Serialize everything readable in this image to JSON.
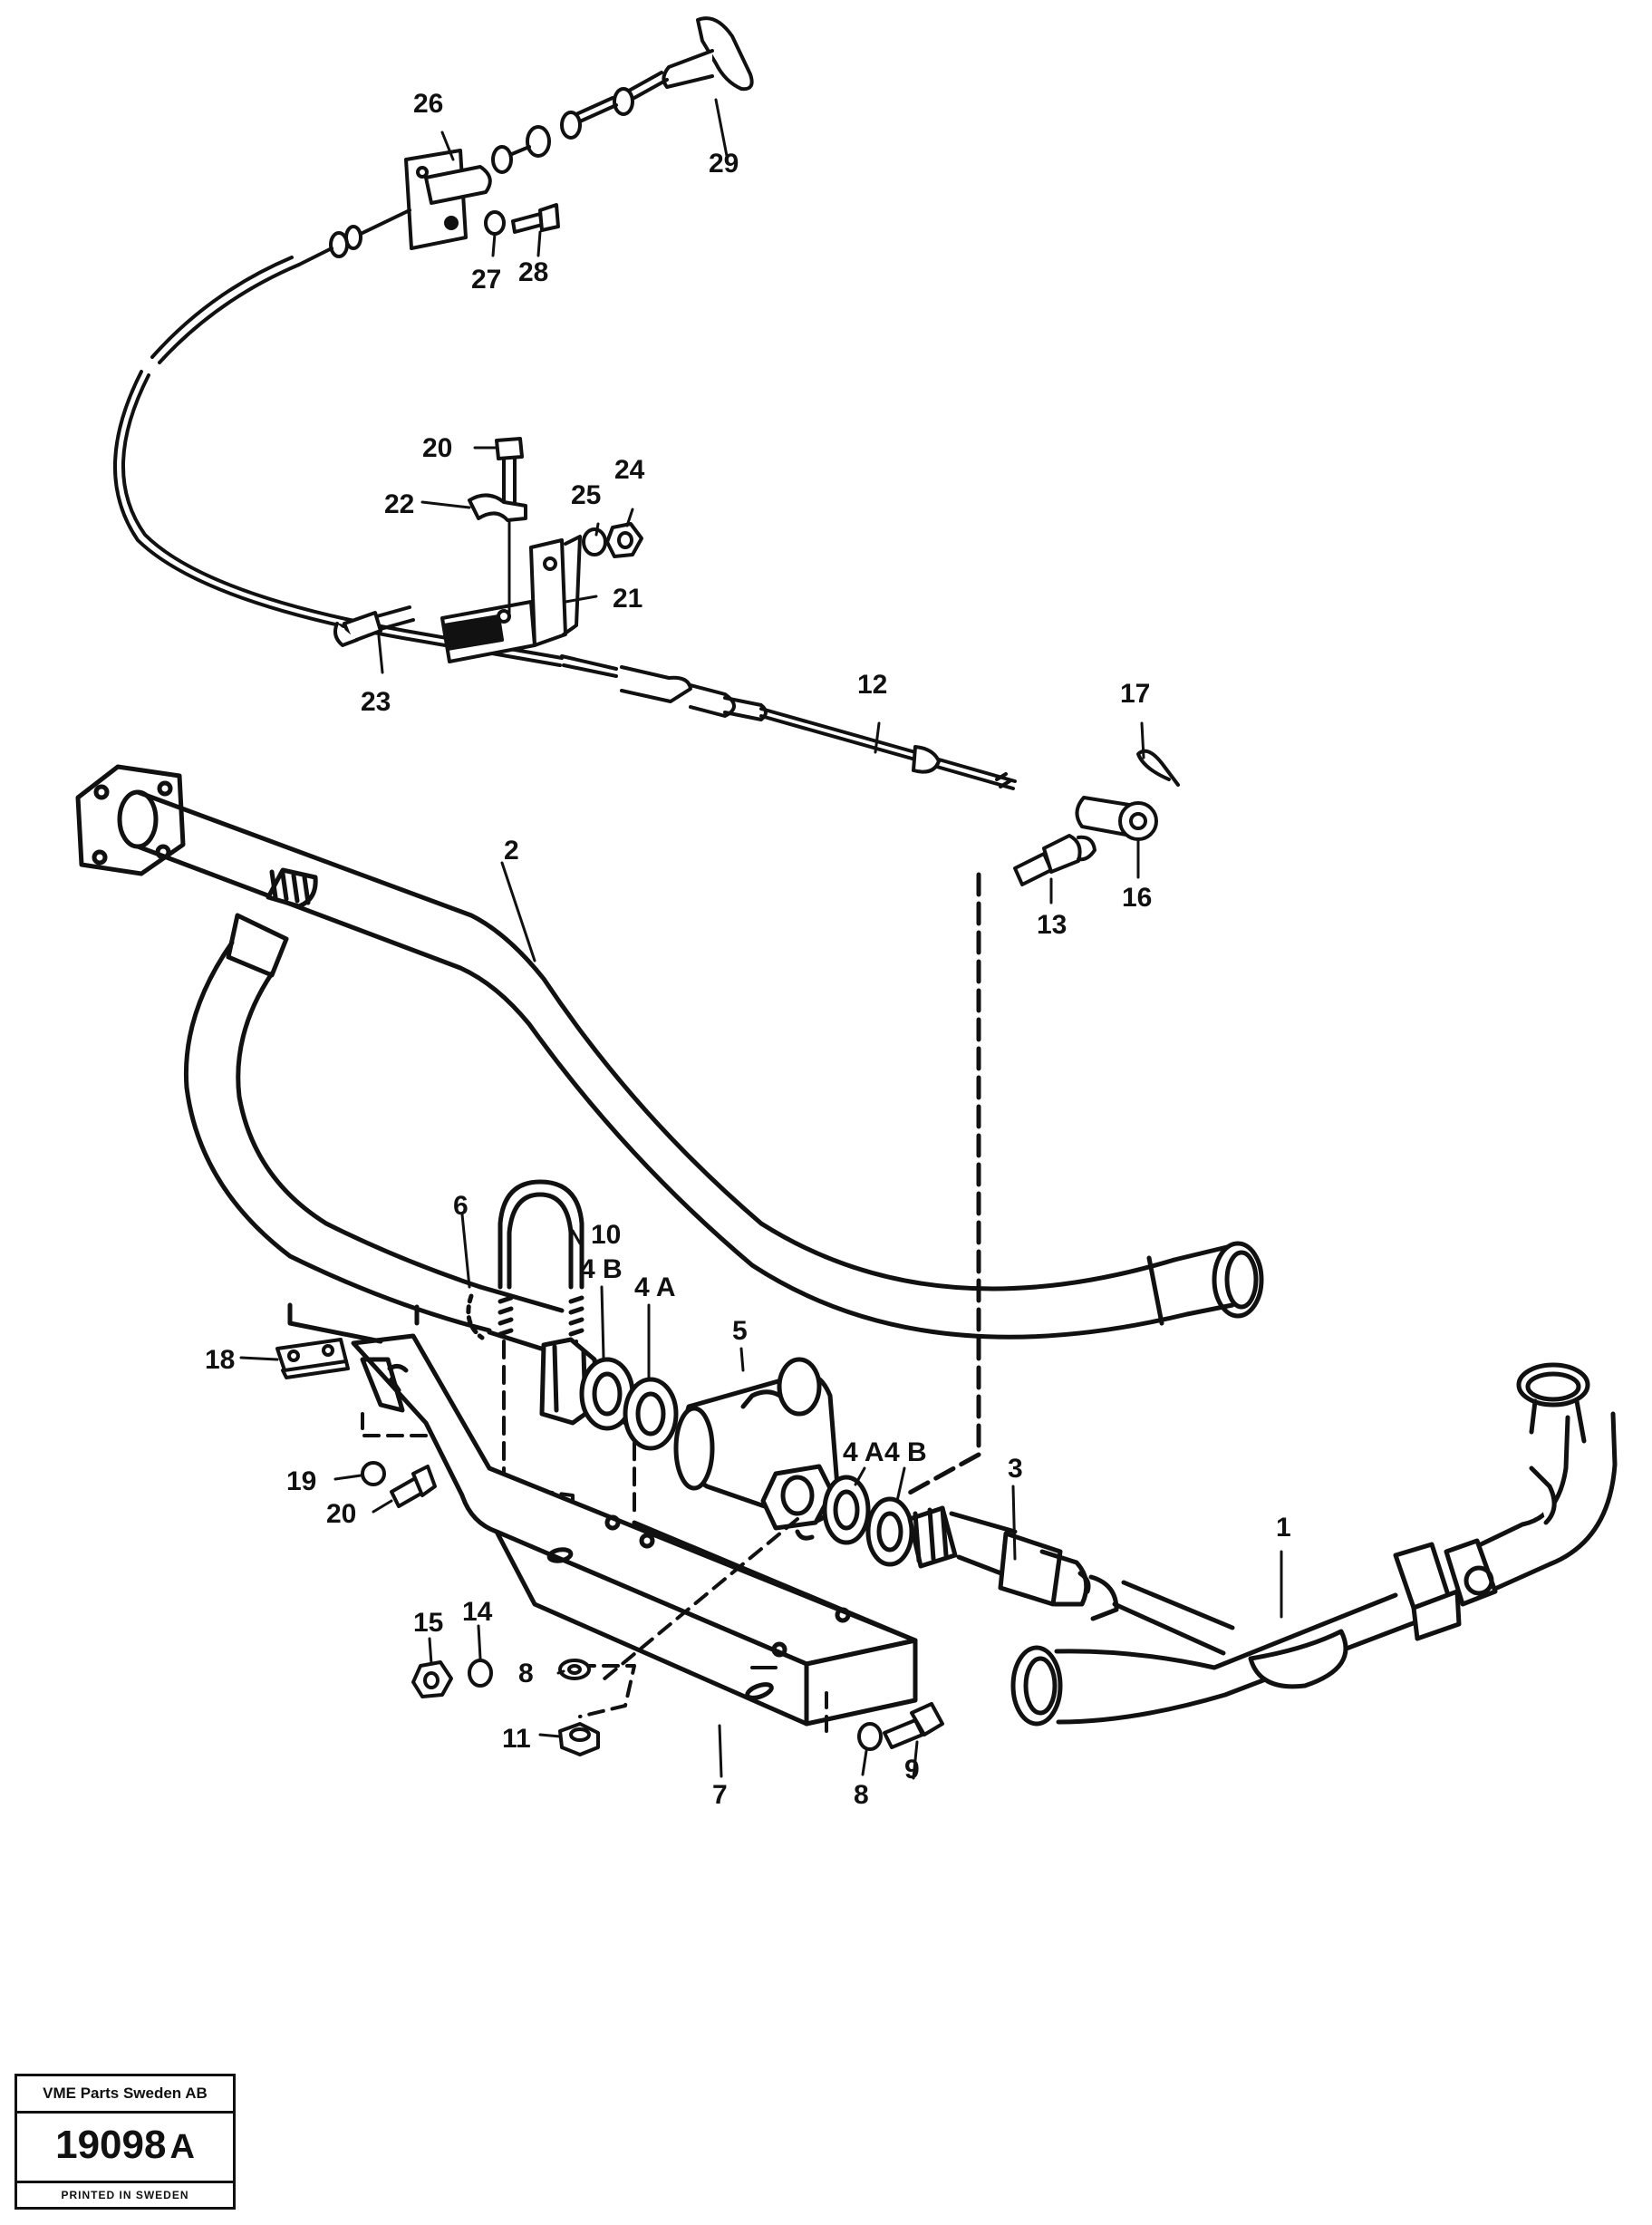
{
  "labels": {
    "p1": "1",
    "p2": "2",
    "p3": "3",
    "p4a_1": "4 A",
    "p4a_2": "4 A",
    "p4b_1": "4 B",
    "p4b_2": "4 B",
    "p5": "5",
    "p6": "6",
    "p7": "7",
    "p8_1": "8",
    "p8_2": "8",
    "p9": "9",
    "p10": "10",
    "p11": "11",
    "p12": "12",
    "p13": "13",
    "p14": "14",
    "p15": "15",
    "p16": "16",
    "p17": "17",
    "p18": "18",
    "p19": "19",
    "p20_1": "20",
    "p20_2": "20",
    "p21": "21",
    "p22": "22",
    "p23": "23",
    "p24": "24",
    "p25": "25",
    "p26": "26",
    "p27": "27",
    "p28": "28",
    "p29": "29"
  },
  "stamp": {
    "company": "VME Parts Sweden AB",
    "number": "19098",
    "suffix": "A",
    "printed": "PRINTED IN SWEDEN"
  }
}
